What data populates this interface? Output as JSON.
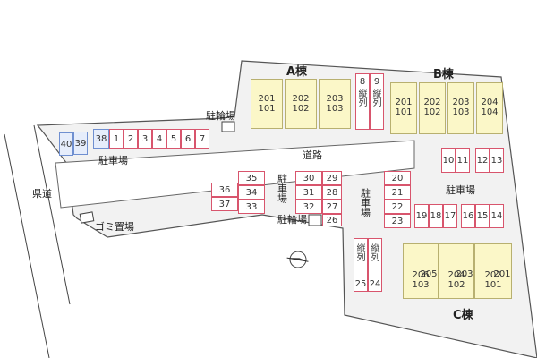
{
  "buildings": {
    "a": {
      "title": "A棟",
      "units": [
        {
          "upper": "201",
          "lower": "101"
        },
        {
          "upper": "202",
          "lower": "102"
        },
        {
          "upper": "203",
          "lower": "103"
        }
      ]
    },
    "b": {
      "title": "B棟",
      "units": [
        {
          "upper": "201",
          "lower": "101"
        },
        {
          "upper": "202",
          "lower": "102"
        },
        {
          "upper": "203",
          "lower": "103"
        },
        {
          "upper": "204",
          "lower": "104"
        }
      ]
    },
    "c": {
      "title": "C棟",
      "units": [
        {
          "upper": "206",
          "lower": "103"
        },
        {
          "upper": "205",
          "lower": ""
        },
        {
          "upper": "204",
          "lower": "102"
        },
        {
          "upper": "203",
          "lower": ""
        },
        {
          "upper": "202",
          "lower": "101"
        },
        {
          "upper": "201",
          "lower": ""
        }
      ]
    }
  },
  "labels": {
    "road_main": "道路",
    "prefectural_road": "県道",
    "parking": "駐車場",
    "bicycle_parking": "駐輪場",
    "garbage": "ゴミ置場",
    "vertical": "縦列"
  },
  "parking": {
    "row_top_left": [
      "1",
      "2",
      "3",
      "4",
      "5",
      "6",
      "7"
    ],
    "blue_spaces": [
      "40",
      "39",
      "38"
    ],
    "middle_left_col1": [
      "35",
      "34",
      "33"
    ],
    "middle_left_col0": [
      "36",
      "37"
    ],
    "middle_col_a": [
      "30",
      "31",
      "32"
    ],
    "middle_col_b": [
      "29",
      "28",
      "27",
      "26"
    ],
    "right_col": [
      "20",
      "21",
      "22",
      "23"
    ],
    "right_row": [
      "19",
      "18",
      "17",
      "16",
      "15",
      "14"
    ],
    "b_side": [
      "10",
      "11",
      "12",
      "13"
    ],
    "vertical_top": [
      "8",
      "9"
    ],
    "vertical_bottom": [
      "25",
      "24"
    ]
  },
  "compass": {
    "icon": "north-arrow-icon"
  }
}
